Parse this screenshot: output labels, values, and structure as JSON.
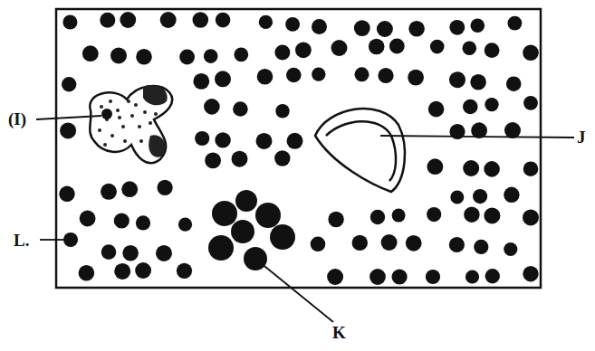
{
  "diagram": {
    "labels": [
      "(I)",
      "J",
      "K",
      "L."
    ]
  }
}
